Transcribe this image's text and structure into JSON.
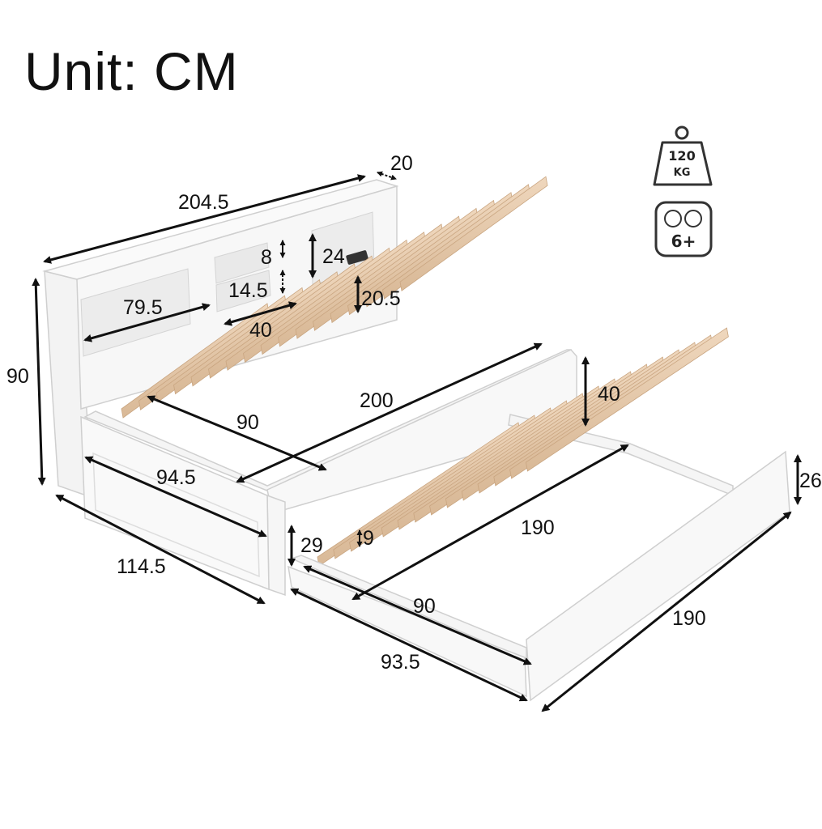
{
  "title": "Unit: CM",
  "icons": {
    "weight_value": "120",
    "weight_unit": "KG",
    "age_label": "6+"
  },
  "dimensions": {
    "headboard_length": "204.5",
    "headboard_depth": "20",
    "shelf_small_height": "8",
    "shelf_large_height": "24",
    "shelf_mid_height": "14.5",
    "shelf_top_offset": "20.5",
    "shelf_left_width": "79.5",
    "shelf_mid_width": "40",
    "total_height": "90",
    "frame_length": "200",
    "frame_inner_width": "90",
    "frame_height": "40",
    "frame_outer_width": "94.5",
    "frame_depth": "114.5",
    "trundle_length": "190",
    "trundle_end_height": "26",
    "trundle_side_height": "29",
    "trundle_slat_height": "9",
    "trundle_inner_width": "90",
    "trundle_outer_width": "93.5",
    "trundle_outer_length": "190"
  }
}
